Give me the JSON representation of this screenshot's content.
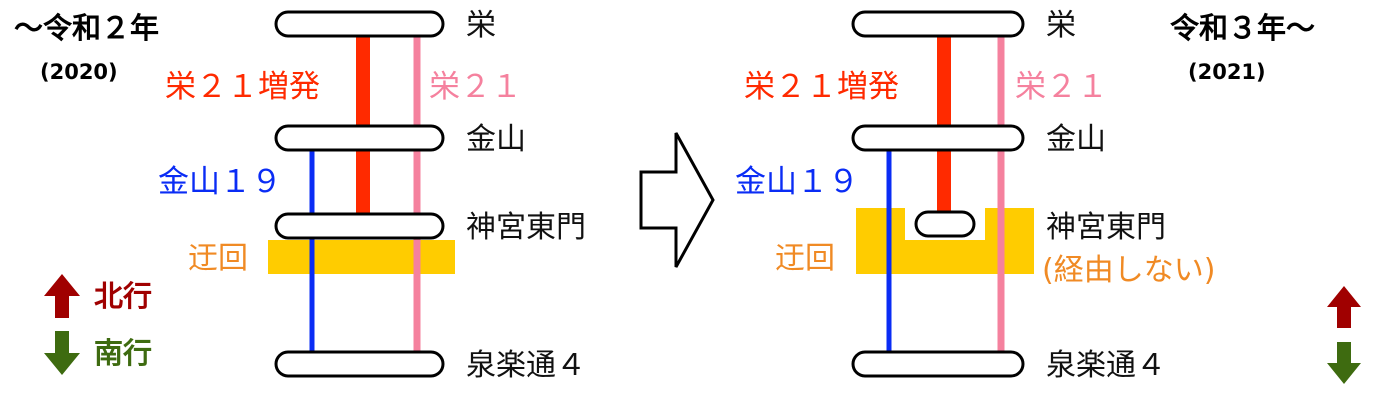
{
  "before": {
    "era_label": "〜令和２年",
    "year_label": "(2020)",
    "stations": [
      "栄",
      "金山",
      "神宮東門",
      "泉楽通４"
    ],
    "routes": {
      "sakae21_extra": "栄２１増発",
      "sakae21": "栄２１",
      "kanayama19": "金山１９"
    },
    "detour_label": "迂回"
  },
  "after": {
    "era_label": "令和３年〜",
    "year_label": "(2021)",
    "stations": [
      "栄",
      "金山",
      "神宮東門",
      "泉楽通４"
    ],
    "not_via_note": "(経由しない)",
    "routes": {
      "sakae21_extra": "栄２１増発",
      "sakae21": "栄２１",
      "kanayama19": "金山１９"
    },
    "detour_label": "迂回"
  },
  "legend": {
    "north": "北行",
    "south": "南行"
  },
  "colors": {
    "sakae21_extra": "#ff2a00",
    "sakae21": "#f5819e",
    "kanayama19": "#0a2cf5",
    "detour": "#ffcc00",
    "detour_text": "#f08a24",
    "north_arrow": "#a00000",
    "south_arrow": "#3e6b10"
  }
}
